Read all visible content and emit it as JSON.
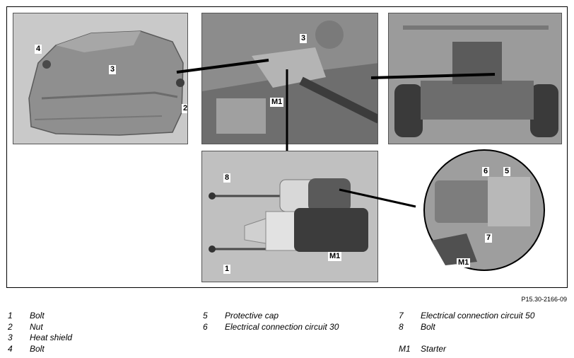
{
  "figure_code": "P15.30-2166-09",
  "callouts": {
    "p1": [
      "4",
      "3",
      "2"
    ],
    "p2": [
      "3",
      "M1"
    ],
    "p4": [
      "8",
      "1",
      "M1"
    ],
    "detail": [
      "6",
      "5",
      "7",
      "M1"
    ]
  },
  "legend": {
    "col1": [
      {
        "num": "1",
        "label": "Bolt"
      },
      {
        "num": "2",
        "label": "Nut"
      },
      {
        "num": "3",
        "label": "Heat shield"
      },
      {
        "num": "4",
        "label": "Bolt"
      }
    ],
    "col2": [
      {
        "num": "5",
        "label": "Protective cap"
      },
      {
        "num": "6",
        "label": "Electrical connection circuit 30"
      }
    ],
    "col3": [
      {
        "num": "7",
        "label": "Electrical connection circuit 50"
      },
      {
        "num": "8",
        "label": "Bolt"
      },
      {
        "num": "M1",
        "label": "Starter"
      }
    ]
  }
}
